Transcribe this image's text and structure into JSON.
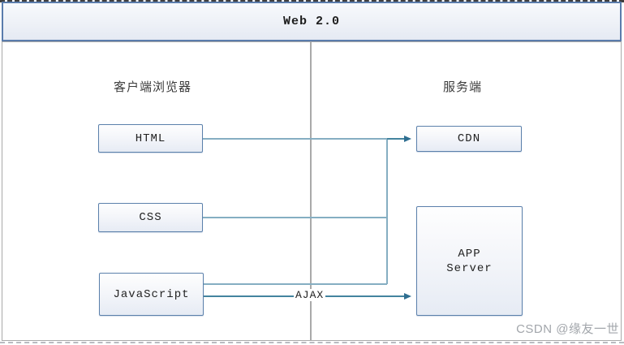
{
  "header": {
    "title": "Web 2.0"
  },
  "sections": {
    "client": {
      "label": "客户端浏览器"
    },
    "server": {
      "label": "服务端"
    }
  },
  "nodes": {
    "html": {
      "label": "HTML"
    },
    "css": {
      "label": "CSS"
    },
    "javascript": {
      "label": "JavaScript"
    },
    "cdn": {
      "label": "CDN"
    },
    "app_server": {
      "label_line1": "APP",
      "label_line2": "Server"
    }
  },
  "connectors": {
    "ajax": {
      "label": "AJAX"
    }
  },
  "watermark": {
    "text": "CSDN @缘友一世"
  },
  "colors": {
    "header_border": "#5a7cac",
    "box_border": "#5b80ab",
    "box_fill_top": "#fefefe",
    "box_fill_bottom": "#e6ebf4",
    "plain_line": "#85aec2",
    "arrow_line": "#44849f",
    "frame_gray": "#a9a9a9",
    "watermark_gray": "#a2a6ab"
  }
}
